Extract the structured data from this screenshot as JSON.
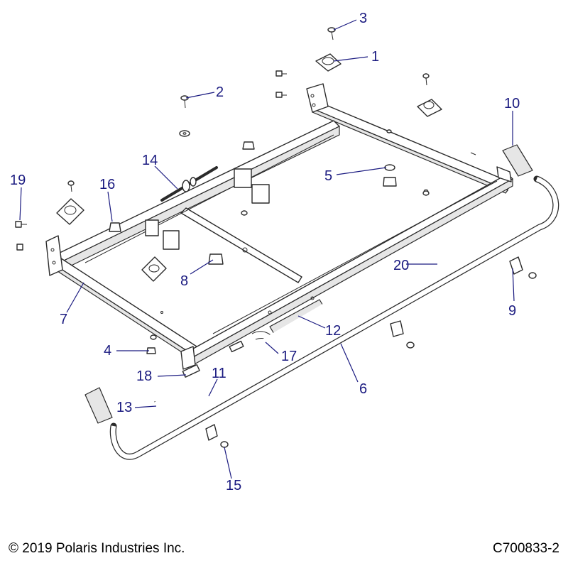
{
  "copyright": "© 2019 Polaris Industries Inc.",
  "drawing_number": "C700833-2",
  "callouts": [
    "1",
    "2",
    "3",
    "4",
    "5",
    "6",
    "7",
    "8",
    "9",
    "10",
    "11",
    "12",
    "13",
    "14",
    "15",
    "16",
    "17",
    "18",
    "19",
    "20"
  ]
}
